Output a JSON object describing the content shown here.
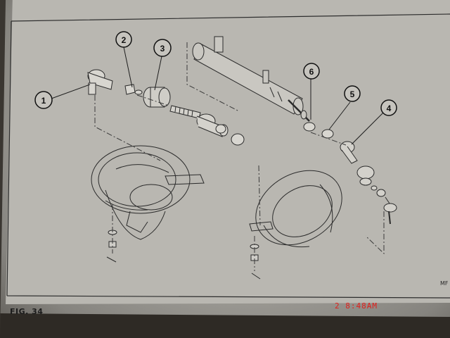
{
  "figure": {
    "label": "FIG. 34",
    "corner_code": "MF"
  },
  "callouts": [
    {
      "number": "1"
    },
    {
      "number": "2"
    },
    {
      "number": "3"
    },
    {
      "number": "4"
    },
    {
      "number": "5"
    },
    {
      "number": "6"
    }
  ],
  "camera_overlay": {
    "timestamp": "2  8:48AM",
    "color": "#e0201c"
  }
}
